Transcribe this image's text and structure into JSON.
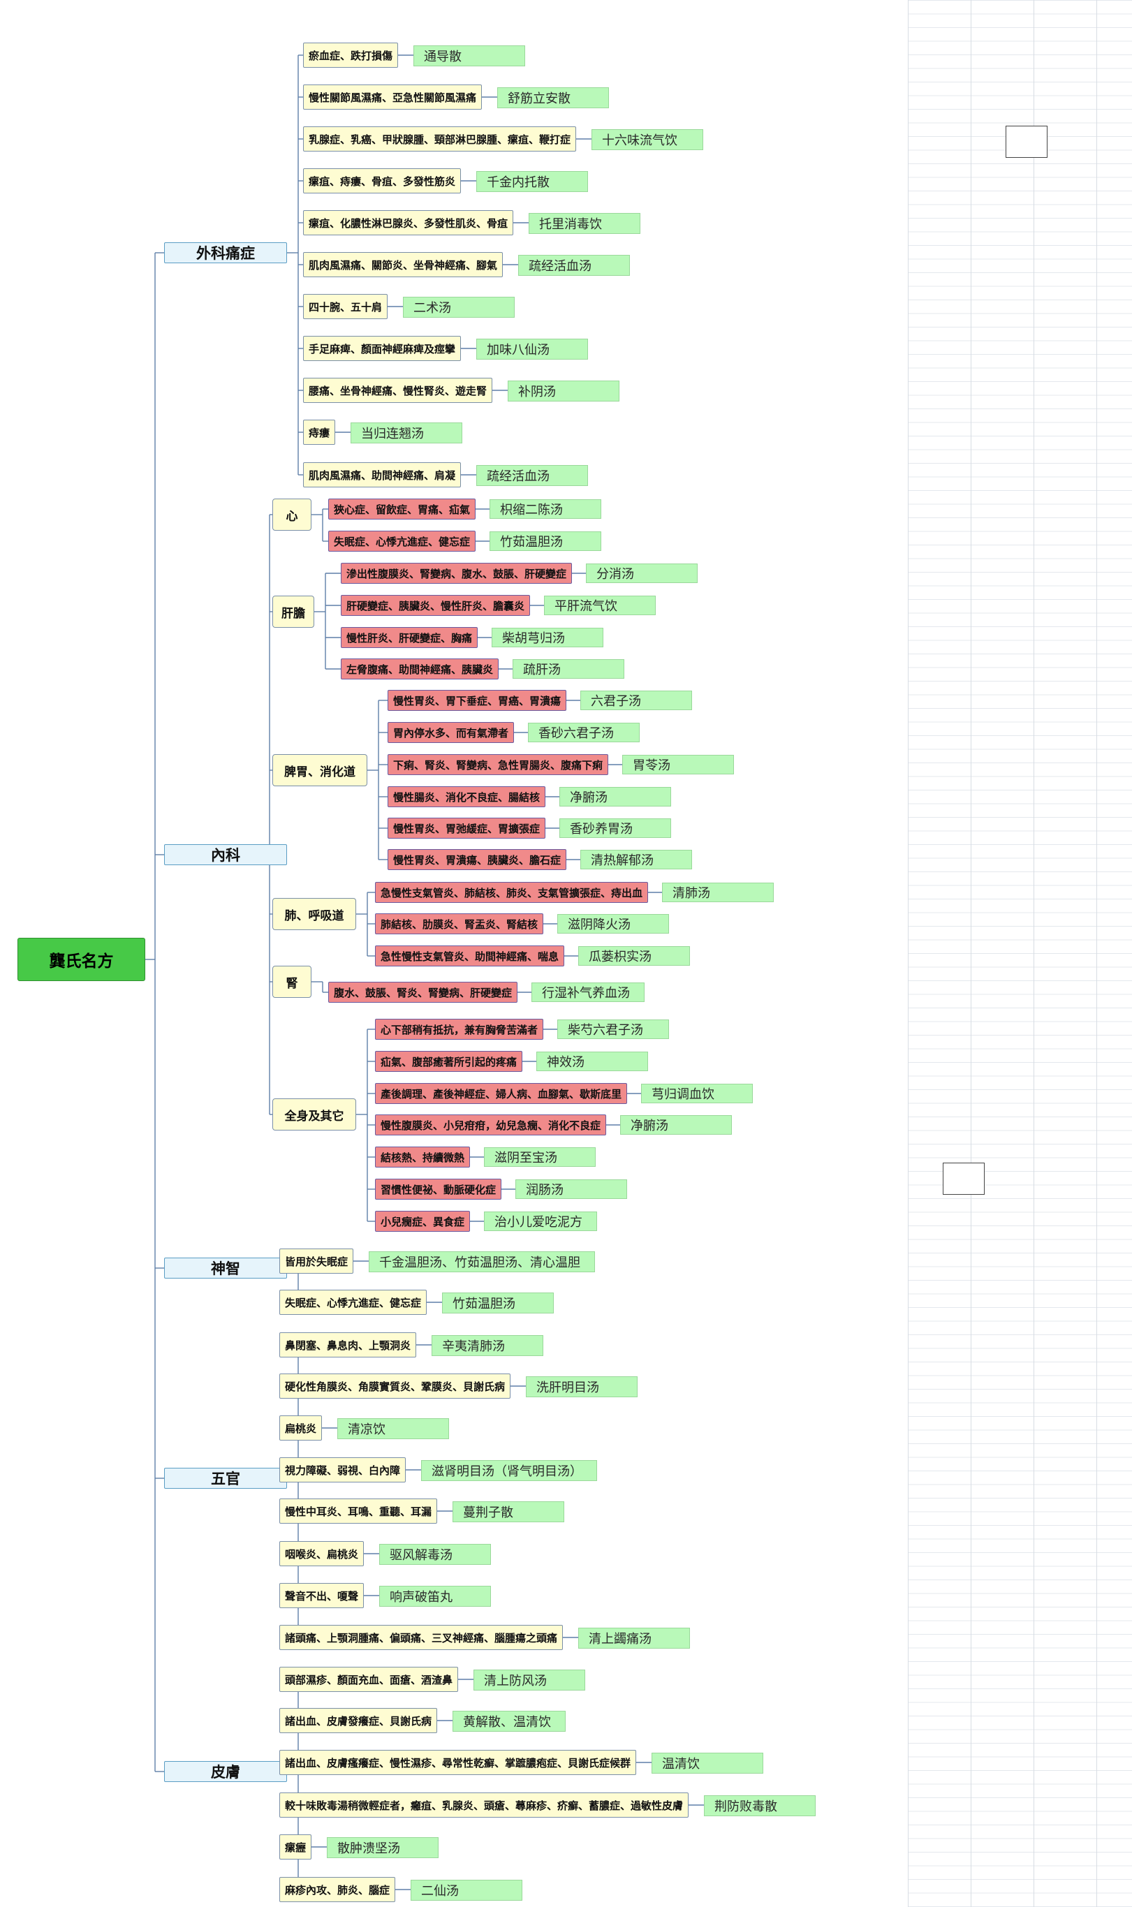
{
  "root": "龔氏名方",
  "categories": [
    {
      "id": "c0",
      "label": "外科痛症",
      "groups": [
        {
          "label": null,
          "items": [
            {
              "symptom": "瘀血症、跌打損傷",
              "remedy": "通导散"
            },
            {
              "symptom": "慢性關節風濕痛、亞急性關節風濕痛",
              "remedy": "舒筋立安散"
            },
            {
              "symptom": "乳腺症、乳癌、甲狀腺腫、頸部淋巴腺腫、瘰疽、鞭打症",
              "remedy": "十六味流气饮"
            },
            {
              "symptom": "瘰疽、痔瘻、骨疽、多發性筋炎",
              "remedy": "千金内托散"
            },
            {
              "symptom": "瘰疽、化膿性淋巴腺炎、多發性肌炎、骨疽",
              "remedy": "托里消毒饮"
            },
            {
              "symptom": "肌肉風濕痛、關節炎、坐骨神經痛、腳氣",
              "remedy": "疏经活血汤"
            },
            {
              "symptom": "四十腕、五十肩",
              "remedy": "二术汤"
            },
            {
              "symptom": "手足麻痺、顏面神經麻痺及痙攣",
              "remedy": "加味八仙汤"
            },
            {
              "symptom": "腰痛、坐骨神經痛、慢性腎炎、遊走腎",
              "remedy": "补阴汤"
            },
            {
              "symptom": "痔瘻",
              "remedy": "当归连翘汤"
            },
            {
              "symptom": "肌肉風濕痛、助間神經痛、肩凝",
              "remedy": "疏经活血汤"
            }
          ]
        }
      ]
    },
    {
      "id": "c1",
      "label": "內科",
      "groups": [
        {
          "label": "心",
          "items": [
            {
              "symptom": "狹心症、留飲症、胃痛、疝氣",
              "remedy": "枳缩二陈汤"
            },
            {
              "symptom": "失眠症、心悸亢進症、健忘症",
              "remedy": "竹茹温胆汤"
            }
          ]
        },
        {
          "label": "肝膽",
          "items": [
            {
              "symptom": "滲出性腹膜炎、腎變病、腹水、鼓脹、肝硬變症",
              "remedy": "分消汤"
            },
            {
              "symptom": "肝硬變症、胰臟炎、慢性肝炎、膽囊炎",
              "remedy": "平肝流气饮"
            },
            {
              "symptom": "慢性肝炎、肝硬變症、胸痛",
              "remedy": "柴胡芎归汤"
            },
            {
              "symptom": "左脅腹痛、助間神經痛、胰臟炎",
              "remedy": "疏肝汤"
            }
          ]
        },
        {
          "label": "脾胃、消化道",
          "items": [
            {
              "symptom": "慢性胃炎、胃下垂症、胃癌、胃潰瘍",
              "remedy": "六君子汤"
            },
            {
              "symptom": "胃內停水多、而有氣滯者",
              "remedy": "香砂六君子汤"
            },
            {
              "symptom": "下痢、腎炎、腎變病、急性胃腸炎、腹痛下痢",
              "remedy": "胃苓汤"
            },
            {
              "symptom": "慢性腸炎、消化不良症、腸結核",
              "remedy": "净腑汤"
            },
            {
              "symptom": "慢性胃炎、胃弛緩症、胃擴張症",
              "remedy": "香砂养胃汤"
            },
            {
              "symptom": "慢性胃炎、胃潰瘍、胰臟炎、膽石症",
              "remedy": "清热解郁汤"
            }
          ]
        },
        {
          "label": "肺、呼吸道",
          "items": [
            {
              "symptom": "急慢性支氣管炎、肺結核、肺炎、支氣管擴張症、痔出血",
              "remedy": "清肺汤"
            },
            {
              "symptom": "肺結核、肋膜炎、腎盂炎、腎結核",
              "remedy": "滋阴降火汤"
            },
            {
              "symptom": "急性慢性支氣管炎、助間神經痛、喘息",
              "remedy": "瓜蒌枳实汤"
            }
          ]
        },
        {
          "label": "腎",
          "items": [
            {
              "symptom": "腹水、鼓脹、腎炎、腎變病、肝硬變症",
              "remedy": "行湿补气养血汤"
            }
          ]
        },
        {
          "label": "全身及其它",
          "items": [
            {
              "symptom": "心下部稍有抵抗，兼有胸脅苦滿者",
              "remedy": "柴芍六君子汤"
            },
            {
              "symptom": "疝氣、腹部癒著所引起的疼痛",
              "remedy": "神效汤"
            },
            {
              "symptom": "產後調理、產後神經症、婦人病、血腳氣、歇斯底里",
              "remedy": "芎归调血饮"
            },
            {
              "symptom": "慢性腹膜炎、小兒疳疳，幼兒急癇、消化不良症",
              "remedy": "净腑汤"
            },
            {
              "symptom": "結核熱、持續微熱",
              "remedy": "滋阴至宝汤"
            },
            {
              "symptom": "習慣性便祕、動脈硬化症",
              "remedy": "润肠汤"
            },
            {
              "symptom": "小兒癇症、異食症",
              "remedy": "治小儿爱吃泥方"
            }
          ]
        }
      ]
    },
    {
      "id": "c2",
      "label": "神智",
      "groups": [
        {
          "label": null,
          "items": [
            {
              "symptom": "皆用於失眠症",
              "remedy": "千金温胆汤、竹茹温胆汤、清心温胆"
            },
            {
              "symptom": "失眠症、心悸亢進症、健忘症",
              "remedy": "竹茹温胆汤"
            }
          ]
        }
      ]
    },
    {
      "id": "c3",
      "label": "五官",
      "groups": [
        {
          "label": null,
          "items": [
            {
              "symptom": "鼻閉塞、鼻息肉、上顎洞炎",
              "remedy": "辛夷清肺汤"
            },
            {
              "symptom": "硬化性角膜炎、角膜實質炎、鞏膜炎、貝謝氏病",
              "remedy": "洗肝明目汤"
            },
            {
              "symptom": "扁桃炎",
              "remedy": "清凉饮"
            },
            {
              "symptom": "視力障礙、弱視、白內障",
              "remedy": "滋肾明目汤（肾气明目汤）"
            },
            {
              "symptom": "慢性中耳炎、耳鳴、重聽、耳漏",
              "remedy": "蔓荆子散"
            },
            {
              "symptom": "咽喉炎、扁桃炎",
              "remedy": "驱风解毒汤"
            },
            {
              "symptom": "聲音不出、嗄聲",
              "remedy": "响声破笛丸"
            },
            {
              "symptom": "諸頭痛、上顎洞腫痛、偏頭痛、三叉神經痛、腦腫瘍之頭痛",
              "remedy": "清上蠲痛汤"
            }
          ]
        }
      ]
    },
    {
      "id": "c4",
      "label": "皮膚",
      "groups": [
        {
          "label": null,
          "items": [
            {
              "symptom": "頭部濕疹、顏面充血、面瘡、酒渣鼻",
              "remedy": "清上防风汤"
            },
            {
              "symptom": "諸出血、皮膚發癢症、貝謝氏病",
              "remedy": "黄解散、温清饮"
            },
            {
              "symptom": "諸出血、皮膚瘙癢症、慢性濕疹、尋常性乾癬、掌蹠膿疱症、貝謝氏症候群",
              "remedy": "温清饮"
            },
            {
              "symptom": "較十味敗毒湯稍微輕症者，癰疽、乳腺炎、頭瘡、蕁麻疹、疥癬、蓄膿症、過敏性皮膚",
              "remedy": "荆防败毒散"
            },
            {
              "symptom": "瘰癧",
              "remedy": "散肿溃坚汤"
            },
            {
              "symptom": "麻疹內攻、肺炎、腦症",
              "remedy": "二仙汤"
            }
          ]
        }
      ]
    }
  ]
}
